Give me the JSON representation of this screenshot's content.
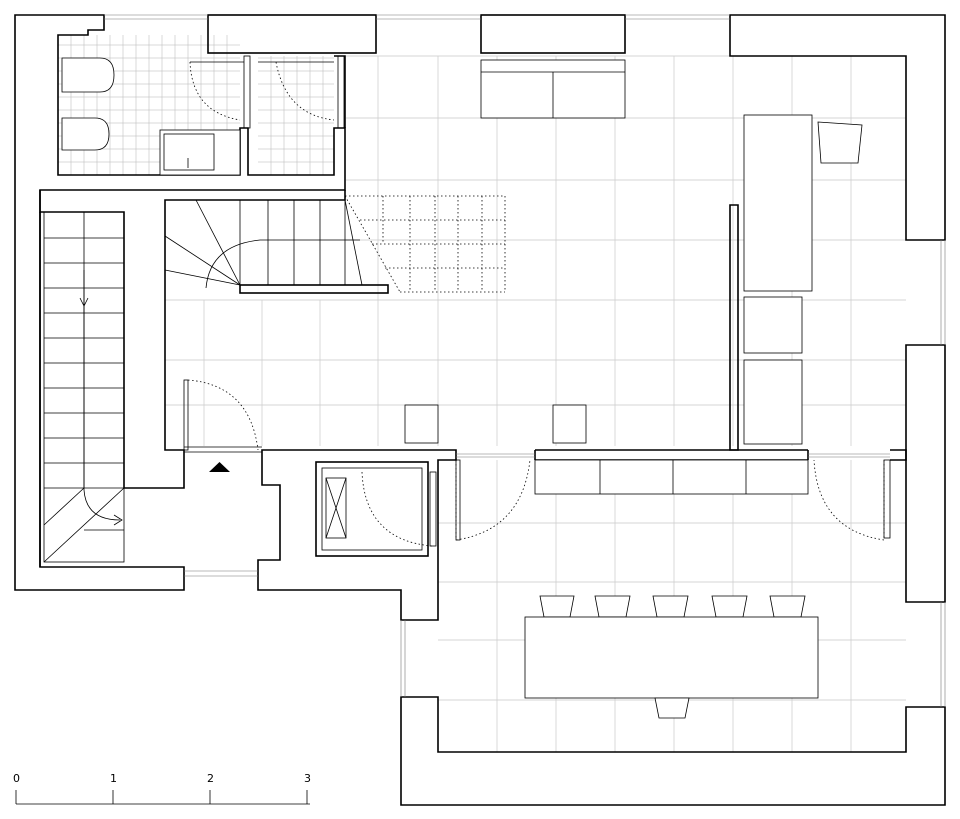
{
  "scale_bar": {
    "labels": [
      "0",
      "1",
      "2",
      "3"
    ]
  }
}
